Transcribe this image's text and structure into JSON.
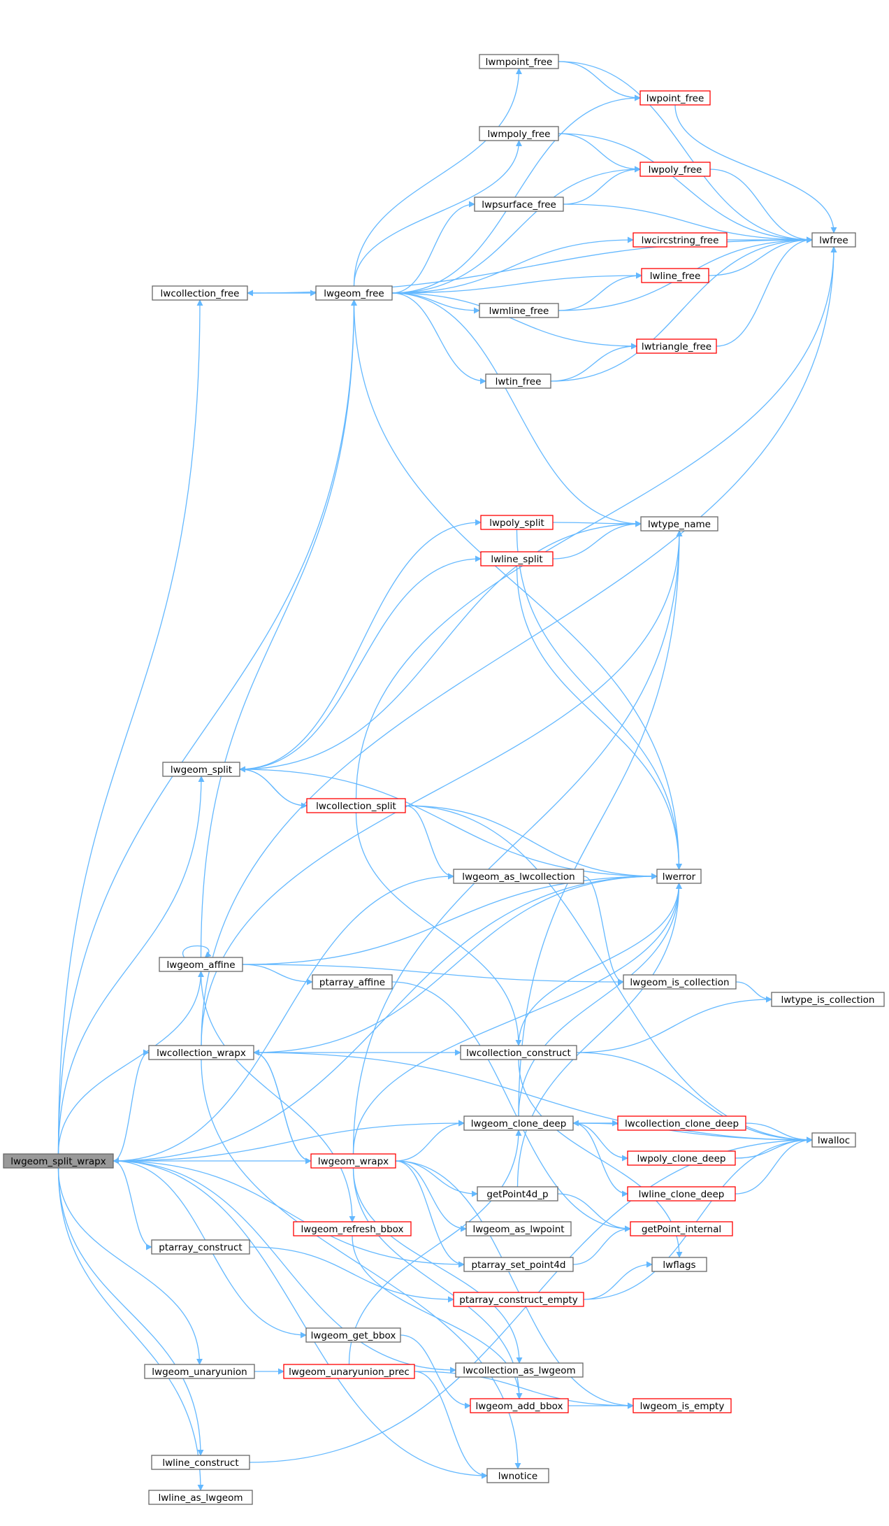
{
  "colors": {
    "edge": "#63b8ff",
    "box_border": "#666666",
    "box_fill": "#ffffff",
    "truncated_border": "#ff0000",
    "root_fill": "#999999"
  },
  "nodes": [
    {
      "id": "lwgeom_split_wrapx",
      "label": "lwgeom_split_wrapx",
      "style": "root"
    },
    {
      "id": "lwcollection_free",
      "label": "lwcollection_free",
      "style": "normal"
    },
    {
      "id": "lwgeom_free",
      "label": "lwgeom_free",
      "style": "normal"
    },
    {
      "id": "lwmpoint_free",
      "label": "lwmpoint_free",
      "style": "normal"
    },
    {
      "id": "lwpoint_free",
      "label": "lwpoint_free",
      "style": "truncated"
    },
    {
      "id": "lwmpoly_free",
      "label": "lwmpoly_free",
      "style": "normal"
    },
    {
      "id": "lwpoly_free",
      "label": "lwpoly_free",
      "style": "truncated"
    },
    {
      "id": "lwpsurface_free",
      "label": "lwpsurface_free",
      "style": "normal"
    },
    {
      "id": "lwcircstring_free",
      "label": "lwcircstring_free",
      "style": "truncated"
    },
    {
      "id": "lwfree",
      "label": "lwfree",
      "style": "normal"
    },
    {
      "id": "lwline_free",
      "label": "lwline_free",
      "style": "truncated"
    },
    {
      "id": "lwmline_free",
      "label": "lwmline_free",
      "style": "normal"
    },
    {
      "id": "lwtriangle_free",
      "label": "lwtriangle_free",
      "style": "truncated"
    },
    {
      "id": "lwtin_free",
      "label": "lwtin_free",
      "style": "normal"
    },
    {
      "id": "lwpoly_split",
      "label": "lwpoly_split",
      "style": "truncated"
    },
    {
      "id": "lwtype_name",
      "label": "lwtype_name",
      "style": "normal"
    },
    {
      "id": "lwline_split",
      "label": "lwline_split",
      "style": "truncated"
    },
    {
      "id": "lwgeom_split",
      "label": "lwgeom_split",
      "style": "normal"
    },
    {
      "id": "lwcollection_split",
      "label": "lwcollection_split",
      "style": "truncated"
    },
    {
      "id": "lwgeom_as_lwcollection",
      "label": "lwgeom_as_lwcollection",
      "style": "normal"
    },
    {
      "id": "lwerror",
      "label": "lwerror",
      "style": "normal"
    },
    {
      "id": "lwgeom_affine",
      "label": "lwgeom_affine",
      "style": "normal"
    },
    {
      "id": "ptarray_affine",
      "label": "ptarray_affine",
      "style": "normal"
    },
    {
      "id": "lwgeom_is_collection",
      "label": "lwgeom_is_collection",
      "style": "normal"
    },
    {
      "id": "lwtype_is_collection",
      "label": "lwtype_is_collection",
      "style": "normal"
    },
    {
      "id": "lwcollection_wrapx",
      "label": "lwcollection_wrapx",
      "style": "normal"
    },
    {
      "id": "lwcollection_construct",
      "label": "lwcollection_construct",
      "style": "normal"
    },
    {
      "id": "lwgeom_clone_deep",
      "label": "lwgeom_clone_deep",
      "style": "normal"
    },
    {
      "id": "lwcollection_clone_deep",
      "label": "lwcollection_clone_deep",
      "style": "truncated"
    },
    {
      "id": "lwalloc",
      "label": "lwalloc",
      "style": "normal"
    },
    {
      "id": "lwgeom_wrapx",
      "label": "lwgeom_wrapx",
      "style": "truncated"
    },
    {
      "id": "lwpoly_clone_deep",
      "label": "lwpoly_clone_deep",
      "style": "truncated"
    },
    {
      "id": "lwline_clone_deep",
      "label": "lwline_clone_deep",
      "style": "truncated"
    },
    {
      "id": "getPoint4d_p",
      "label": "getPoint4d_p",
      "style": "normal"
    },
    {
      "id": "getPoint_internal",
      "label": "getPoint_internal",
      "style": "truncated"
    },
    {
      "id": "lwgeom_as_lwpoint",
      "label": "lwgeom_as_lwpoint",
      "style": "normal"
    },
    {
      "id": "lwgeom_refresh_bbox",
      "label": "lwgeom_refresh_bbox",
      "style": "truncated"
    },
    {
      "id": "ptarray_construct",
      "label": "ptarray_construct",
      "style": "normal"
    },
    {
      "id": "ptarray_set_point4d",
      "label": "ptarray_set_point4d",
      "style": "normal"
    },
    {
      "id": "lwflags",
      "label": "lwflags",
      "style": "normal"
    },
    {
      "id": "ptarray_construct_empty",
      "label": "ptarray_construct_empty",
      "style": "truncated"
    },
    {
      "id": "lwgeom_get_bbox",
      "label": "lwgeom_get_bbox",
      "style": "normal"
    },
    {
      "id": "lwcollection_as_lwgeom",
      "label": "lwcollection_as_lwgeom",
      "style": "normal"
    },
    {
      "id": "lwgeom_unaryunion",
      "label": "lwgeom_unaryunion",
      "style": "normal"
    },
    {
      "id": "lwgeom_unaryunion_prec",
      "label": "lwgeom_unaryunion_prec",
      "style": "truncated"
    },
    {
      "id": "lwgeom_add_bbox",
      "label": "lwgeom_add_bbox",
      "style": "truncated"
    },
    {
      "id": "lwgeom_is_empty",
      "label": "lwgeom_is_empty",
      "style": "truncated"
    },
    {
      "id": "lwnotice",
      "label": "lwnotice",
      "style": "normal"
    },
    {
      "id": "lwline_construct",
      "label": "lwline_construct",
      "style": "normal"
    },
    {
      "id": "lwline_as_lwgeom",
      "label": "lwline_as_lwgeom",
      "style": "normal"
    }
  ],
  "edges": [
    [
      "lwgeom_split_wrapx",
      "lwcollection_free"
    ],
    [
      "lwgeom_split_wrapx",
      "lwgeom_free"
    ],
    [
      "lwgeom_split_wrapx",
      "lwgeom_split"
    ],
    [
      "lwgeom_split_wrapx",
      "lwerror"
    ],
    [
      "lwgeom_split_wrapx",
      "lwgeom_as_lwcollection"
    ],
    [
      "lwgeom_split_wrapx",
      "lwgeom_affine"
    ],
    [
      "lwgeom_split_wrapx",
      "lwcollection_wrapx"
    ],
    [
      "lwgeom_split_wrapx",
      "lwgeom_clone_deep"
    ],
    [
      "lwgeom_split_wrapx",
      "ptarray_construct"
    ],
    [
      "lwgeom_split_wrapx",
      "ptarray_set_point4d"
    ],
    [
      "lwgeom_split_wrapx",
      "lwgeom_get_bbox"
    ],
    [
      "lwgeom_split_wrapx",
      "lwcollection_as_lwgeom"
    ],
    [
      "lwgeom_split_wrapx",
      "lwgeom_unaryunion"
    ],
    [
      "lwgeom_split_wrapx",
      "lwnotice"
    ],
    [
      "lwgeom_split_wrapx",
      "lwline_construct"
    ],
    [
      "lwgeom_split_wrapx",
      "lwline_as_lwgeom"
    ],
    [
      "lwgeom_wrapx",
      "lwgeom_split_wrapx"
    ],
    [
      "lwcollection_free",
      "lwgeom_free"
    ],
    [
      "lwcollection_free",
      "lwfree"
    ],
    [
      "lwgeom_free",
      "lwcollection_free"
    ],
    [
      "lwgeom_free",
      "lwmpoint_free"
    ],
    [
      "lwgeom_free",
      "lwpoint_free"
    ],
    [
      "lwgeom_free",
      "lwmpoly_free"
    ],
    [
      "lwgeom_free",
      "lwpoly_free"
    ],
    [
      "lwgeom_free",
      "lwpsurface_free"
    ],
    [
      "lwgeom_free",
      "lwcircstring_free"
    ],
    [
      "lwgeom_free",
      "lwline_free"
    ],
    [
      "lwgeom_free",
      "lwmline_free"
    ],
    [
      "lwgeom_free",
      "lwtriangle_free"
    ],
    [
      "lwgeom_free",
      "lwtin_free"
    ],
    [
      "lwgeom_free",
      "lwtype_name"
    ],
    [
      "lwgeom_free",
      "lwerror"
    ],
    [
      "lwmpoint_free",
      "lwpoint_free"
    ],
    [
      "lwmpoint_free",
      "lwfree"
    ],
    [
      "lwpoint_free",
      "lwfree"
    ],
    [
      "lwmpoly_free",
      "lwpoly_free"
    ],
    [
      "lwmpoly_free",
      "lwfree"
    ],
    [
      "lwpoly_free",
      "lwfree"
    ],
    [
      "lwpsurface_free",
      "lwpoly_free"
    ],
    [
      "lwpsurface_free",
      "lwfree"
    ],
    [
      "lwcircstring_free",
      "lwfree"
    ],
    [
      "lwline_free",
      "lwfree"
    ],
    [
      "lwmline_free",
      "lwline_free"
    ],
    [
      "lwmline_free",
      "lwfree"
    ],
    [
      "lwtriangle_free",
      "lwfree"
    ],
    [
      "lwtin_free",
      "lwtriangle_free"
    ],
    [
      "lwtin_free",
      "lwfree"
    ],
    [
      "lwgeom_split",
      "lwpoly_split"
    ],
    [
      "lwgeom_split",
      "lwline_split"
    ],
    [
      "lwgeom_split",
      "lwtype_name"
    ],
    [
      "lwgeom_split",
      "lwcollection_split"
    ],
    [
      "lwgeom_split",
      "lwerror"
    ],
    [
      "lwpoly_split",
      "lwtype_name"
    ],
    [
      "lwpoly_split",
      "lwerror"
    ],
    [
      "lwline_split",
      "lwtype_name"
    ],
    [
      "lwline_split",
      "lwerror"
    ],
    [
      "lwcollection_split",
      "lwgeom_split"
    ],
    [
      "lwcollection_split",
      "lwfree"
    ],
    [
      "lwcollection_split",
      "lwerror"
    ],
    [
      "lwcollection_split",
      "lwalloc"
    ],
    [
      "lwcollection_split",
      "lwgeom_as_lwcollection"
    ],
    [
      "lwcollection_split",
      "lwcollection_construct"
    ],
    [
      "lwgeom_as_lwcollection",
      "lwgeom_is_collection"
    ],
    [
      "lwgeom_affine",
      "lwgeom_affine"
    ],
    [
      "lwgeom_affine",
      "lwgeom_free"
    ],
    [
      "lwgeom_affine",
      "lwerror"
    ],
    [
      "lwgeom_affine",
      "ptarray_affine"
    ],
    [
      "lwgeom_affine",
      "lwgeom_is_collection"
    ],
    [
      "lwgeom_affine",
      "lwgeom_refresh_bbox"
    ],
    [
      "ptarray_affine",
      "getPoint_internal"
    ],
    [
      "lwgeom_is_collection",
      "lwtype_is_collection"
    ],
    [
      "lwcollection_wrapx",
      "lwtype_name"
    ],
    [
      "lwcollection_wrapx",
      "lwfree"
    ],
    [
      "lwcollection_wrapx",
      "lwerror"
    ],
    [
      "lwcollection_wrapx",
      "lwcollection_construct"
    ],
    [
      "lwcollection_wrapx",
      "lwalloc"
    ],
    [
      "lwcollection_wrapx",
      "lwgeom_wrapx"
    ],
    [
      "lwcollection_wrapx",
      "lwnotice"
    ],
    [
      "lwgeom_wrapx",
      "lwcollection_wrapx"
    ],
    [
      "lwgeom_wrapx",
      "lwtype_name"
    ],
    [
      "lwgeom_wrapx",
      "lwerror"
    ],
    [
      "lwgeom_wrapx",
      "lwgeom_clone_deep"
    ],
    [
      "lwgeom_wrapx",
      "getPoint4d_p"
    ],
    [
      "lwgeom_wrapx",
      "lwgeom_as_lwpoint"
    ],
    [
      "lwgeom_wrapx",
      "ptarray_set_point4d"
    ],
    [
      "lwgeom_wrapx",
      "lwcollection_as_lwgeom"
    ],
    [
      "lwgeom_wrapx",
      "lwgeom_is_empty"
    ],
    [
      "lwgeom_wrapx",
      "lwgeom_add_bbox"
    ],
    [
      "lwcollection_construct",
      "lwerror"
    ],
    [
      "lwcollection_construct",
      "lwtype_is_collection"
    ],
    [
      "lwcollection_construct",
      "lwalloc"
    ],
    [
      "lwcollection_construct",
      "lwflags"
    ],
    [
      "lwgeom_clone_deep",
      "lwerror"
    ],
    [
      "lwgeom_clone_deep",
      "lwtype_name"
    ],
    [
      "lwgeom_clone_deep",
      "lwcollection_clone_deep"
    ],
    [
      "lwgeom_clone_deep",
      "lwpoly_clone_deep"
    ],
    [
      "lwgeom_clone_deep",
      "lwline_clone_deep"
    ],
    [
      "lwgeom_clone_deep",
      "lwalloc"
    ],
    [
      "lwcollection_clone_deep",
      "lwgeom_clone_deep"
    ],
    [
      "lwcollection_clone_deep",
      "lwalloc"
    ],
    [
      "lwpoly_clone_deep",
      "lwalloc"
    ],
    [
      "lwline_clone_deep",
      "lwalloc"
    ],
    [
      "getPoint4d_p",
      "lwerror"
    ],
    [
      "getPoint4d_p",
      "getPoint_internal"
    ],
    [
      "ptarray_construct",
      "ptarray_construct_empty"
    ],
    [
      "ptarray_set_point4d",
      "getPoint_internal"
    ],
    [
      "ptarray_construct_empty",
      "lwflags"
    ],
    [
      "ptarray_construct_empty",
      "lwalloc"
    ],
    [
      "lwgeom_refresh_bbox",
      "lwgeom_add_bbox"
    ],
    [
      "lwgeom_get_bbox",
      "lwgeom_add_bbox"
    ],
    [
      "lwgeom_unaryunion",
      "lwgeom_unaryunion_prec"
    ],
    [
      "lwgeom_unaryunion_prec",
      "lwgeom_clone_deep"
    ],
    [
      "lwgeom_unaryunion_prec",
      "lwgeom_is_empty"
    ],
    [
      "lwgeom_unaryunion_prec",
      "lwnotice"
    ],
    [
      "lwgeom_add_bbox",
      "lwgeom_is_empty"
    ],
    [
      "lwline_construct",
      "lwalloc"
    ]
  ]
}
